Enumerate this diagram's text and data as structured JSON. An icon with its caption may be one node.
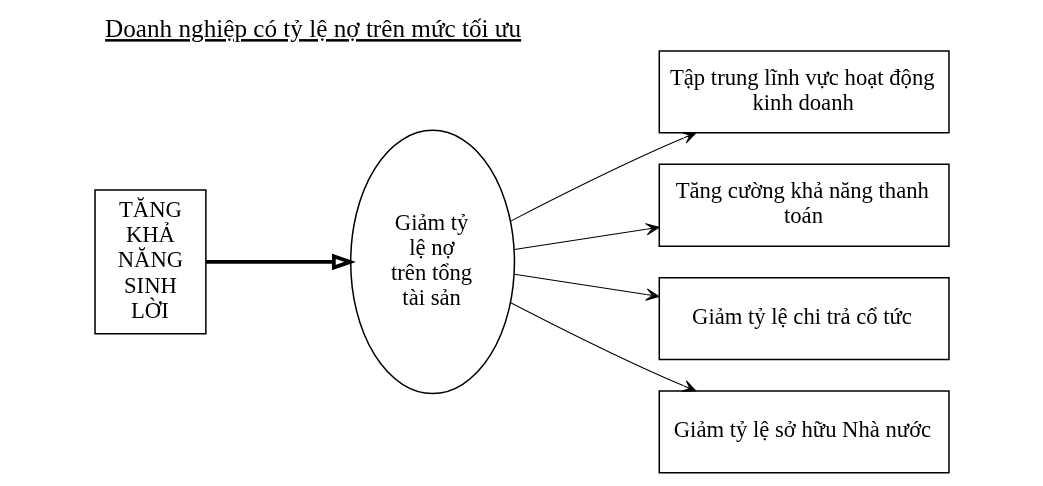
{
  "diagram": {
    "title": "Doanh nghiệp có tỷ lệ nợ trên mức tối ưu",
    "nodes": [
      {
        "text": [
          "TĂNG KHẢ NĂNG SINH LỜI"
        ]
      },
      {
        "text": [
          "Giảm tỷ lệ nợ trên tổng tài sản"
        ]
      },
      {
        "text": [
          "Tập trung lĩnh vực hoạt động kinh doanh"
        ]
      },
      {
        "text": [
          "Tăng cường khả năng thanh toán"
        ]
      },
      {
        "text": [
          "Giảm tỷ lệ chi trả cổ tức"
        ]
      },
      {
        "text": [
          "Giảm tỷ lệ sở hữu Nhà nước"
        ]
      }
    ],
    "edges": [
      {
        "from": 0,
        "to": 1,
        "arrow": "to",
        "style": "thick"
      },
      {
        "from": 1,
        "to": 2,
        "arrow": "to"
      },
      {
        "from": 1,
        "to": 3,
        "arrow": "to"
      },
      {
        "from": 1,
        "to": 4,
        "arrow": "to"
      },
      {
        "from": 1,
        "to": 5,
        "arrow": "to"
      }
    ]
  }
}
